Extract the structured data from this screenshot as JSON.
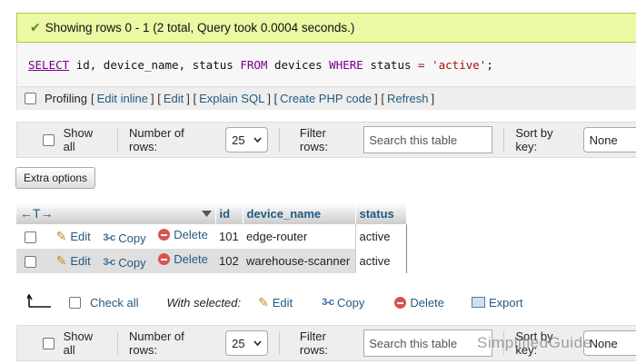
{
  "success_message": "Showing rows 0 - 1 (2 total, Query took 0.0004 seconds.)",
  "sql": {
    "select": "SELECT",
    "columns": "id, device_name, status",
    "from": "FROM",
    "table": "devices",
    "where": "WHERE",
    "condition_field": "status",
    "operator": "=",
    "value": "'active'",
    "terminator": ";"
  },
  "sql_links": {
    "profiling": "Profiling",
    "edit_inline": "Edit inline",
    "edit": "Edit",
    "explain_sql": "Explain SQL",
    "create_php_code": "Create PHP code",
    "refresh": "Refresh"
  },
  "nav": {
    "show_all": "Show all",
    "number_of_rows_label": "Number of rows:",
    "number_of_rows_value": "25",
    "filter_rows_label": "Filter rows:",
    "filter_placeholder": "Search this table",
    "sort_by_key_label": "Sort by key:",
    "sort_by_key_value": "None"
  },
  "extra_options": "Extra options",
  "table": {
    "columns": [
      "id",
      "device_name",
      "status"
    ],
    "arrows_label": "←T→",
    "actions": {
      "edit": "Edit",
      "copy": "Copy",
      "delete": "Delete"
    },
    "rows": [
      {
        "id": "101",
        "device_name": "edge-router",
        "status": "active"
      },
      {
        "id": "102",
        "device_name": "warehouse-scanner",
        "status": "active"
      }
    ]
  },
  "bulk": {
    "check_all": "Check all",
    "with_selected": "With selected:",
    "edit": "Edit",
    "copy": "Copy",
    "delete": "Delete",
    "export": "Export"
  },
  "watermark": "SimplifiedGuide",
  "colors": {
    "link": "#235a81",
    "success_bg": "#ebf8a4",
    "delete_icon": "#d9534f"
  }
}
